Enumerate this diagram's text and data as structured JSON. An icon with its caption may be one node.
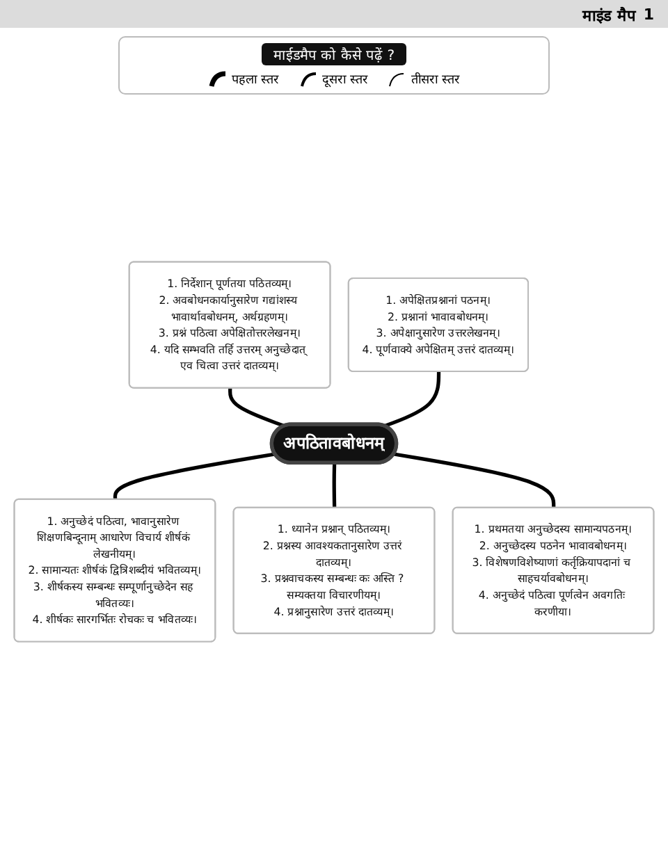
{
  "diagram": {
    "nodes": [
      {
        "text": [
          "अपठितावबोधनम्"
        ]
      },
      {
        "text": [
          "1. निर्देशान् पूर्णतया पठितव्यम्।",
          "2. अवबोधनकार्यानुसारेण गद्यांशस्य भावार्थावबोधनम्, अर्थग्रहणम्।",
          "3. प्रश्नं पठित्वा अपेक्षितोत्तरलेखनम्।",
          "4. यदि सम्भवति तर्हि उत्तरम् अनुच्छेदात् एव चित्वा उत्तरं दातव्यम्।"
        ]
      },
      {
        "text": [
          "1. अपेक्षितप्रश्नानां पठनम्।",
          "2. प्रश्नानां भावावबोधनम्।",
          "3. अपेक्षानुसारेण उत्तरलेखनम्।",
          "4. पूर्णवाक्ये अपेक्षितम् उत्तरं दातव्यम्।"
        ]
      },
      {
        "text": [
          "1. अनुच्छेदं पठित्वा, भावानुसारेण शिक्षणबिन्दूनाम् आधारेण विचार्य शीर्षकं लेखनीयम्।",
          "2. सामान्यतः शीर्षकं द्वित्रिशब्दीयं भवितव्यम्।",
          "3. शीर्षकस्य सम्बन्धः सम्पूर्णानुच्छेदेन सह भवितव्यः।",
          "4. शीर्षकः सारगर्भितः रोचकः च भवितव्यः।"
        ]
      },
      {
        "text": [
          "1. ध्यानेन प्रश्नान् पठितव्यम्।",
          "2. प्रश्नस्य आवश्यकतानुसारेण उत्तरं दातव्यम्।",
          "3. प्रश्नवाचकस्य सम्बन्धः कः अस्ति ? सम्यक्तया विचारणीयम्।",
          "4. प्रश्नानुसारेण उत्तरं दातव्यम्।"
        ]
      },
      {
        "text": [
          "1. प्रथमतया अनुच्छेदस्य सामान्यपठनम्।",
          "2. अनुच्छेदस्य पठनेन भावावबोधनम्।",
          "3. विशेषणविशेष्याणां कर्तृक्रियापदानां च साहचर्यावबोधनम्।",
          "4. अनुच्छेदं पठित्वा पूर्णत्वेन अवगतिः करणीया।"
        ]
      }
    ],
    "edges": [
      {
        "from": 1,
        "to": 0,
        "arrow": "none"
      },
      {
        "from": 2,
        "to": 0,
        "arrow": "none"
      },
      {
        "from": 0,
        "to": 3,
        "arrow": "none"
      },
      {
        "from": 0,
        "to": 4,
        "arrow": "none"
      },
      {
        "from": 0,
        "to": 5,
        "arrow": "none"
      }
    ],
    "labels": [
      "माइंड मैप",
      "1",
      "माईडमैप को कैसे पढ़ें ?"
    ],
    "legend": [
      {
        "text": "पहला स्तर"
      },
      {
        "text": "दूसरा स्तर"
      },
      {
        "text": "तीसरा स्तर"
      }
    ]
  }
}
